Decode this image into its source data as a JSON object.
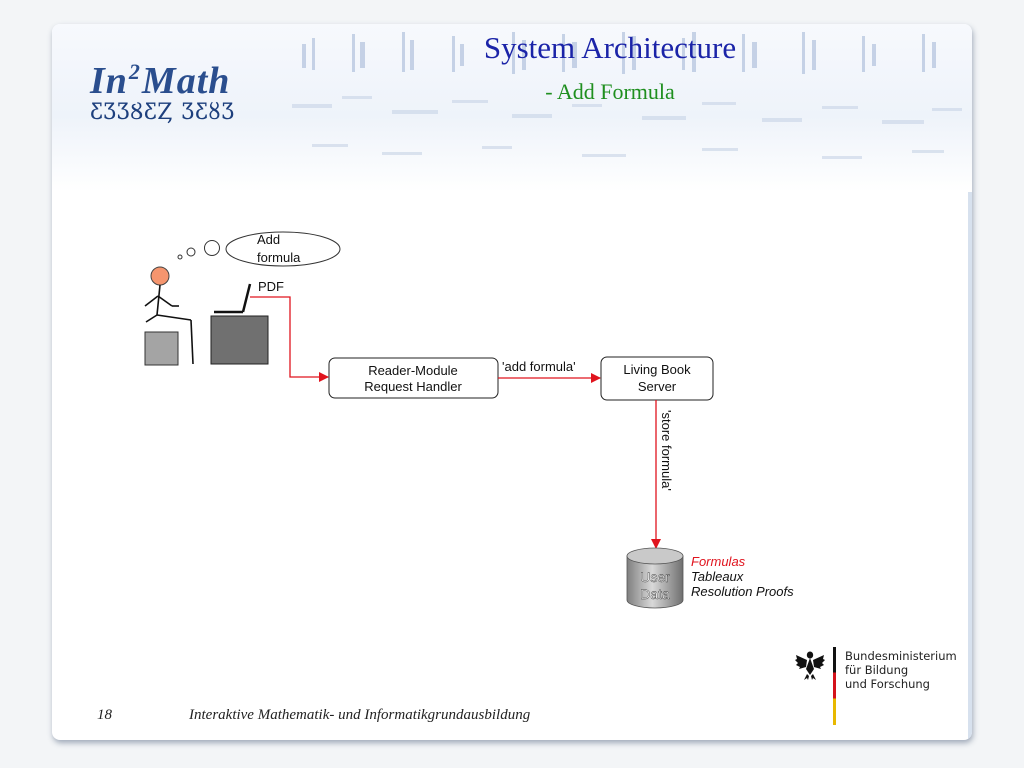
{
  "logo": {
    "prefix": "In",
    "superscript": "2",
    "suffix": "Math",
    "glyph_row": "ƸƷƷȢƸȤ ƷƸȣƷ"
  },
  "title": "System Architecture",
  "subtitle": "- Add Formula",
  "diagram": {
    "thought_bubble": [
      "Add",
      "formula"
    ],
    "pdf_label": "PDF",
    "reader_module": [
      "Reader-Module",
      "Request Handler"
    ],
    "add_formula_label": "'add formula'",
    "living_book_server": [
      "Living Book",
      "Server"
    ],
    "store_formula_label": "'store formula'",
    "database": [
      "User",
      "Data"
    ],
    "data_items": {
      "formulas": "Formulas",
      "tableaux": "Tableaux",
      "resolution_proofs": "Resolution Proofs"
    }
  },
  "colors": {
    "title": "#1b24a8",
    "subtitle": "#1f8f1f",
    "arrow": "#e0141e",
    "formulas_text": "#e0141e",
    "person_head": "#f5956e"
  },
  "footer": {
    "page_number": "18",
    "text": "Interaktive Mathematik- und Informatikgrundausbildung"
  },
  "sponsor": {
    "lines": [
      "Bundesministerium",
      "für Bildung",
      "und Forschung"
    ],
    "icon": "federal-eagle-icon"
  }
}
